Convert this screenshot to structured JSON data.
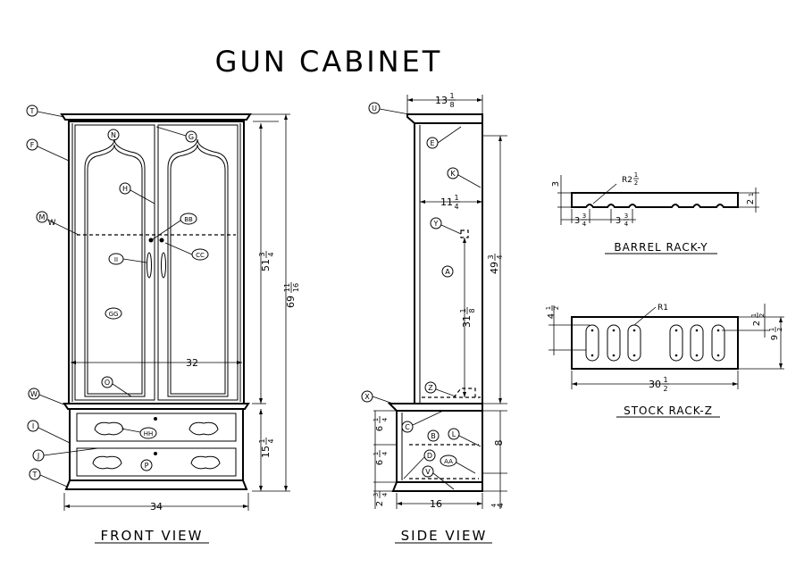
{
  "title": "GUN CABINET",
  "views": {
    "front": "FRONT VIEW",
    "side": "SIDE VIEW",
    "barrel_rack": "BARREL RACK-Y",
    "stock_rack": "STOCK RACK-Z"
  },
  "front_dims": {
    "width_overall": "34",
    "glass_width": "32",
    "upper_height_a": "51",
    "upper_height_b": "3",
    "upper_height_c": "4",
    "total_height_a": "69",
    "total_height_b": "11",
    "total_height_c": "16",
    "base_height_a": "15",
    "base_height_b": "1",
    "base_height_c": "4"
  },
  "side_dims": {
    "top_depth_a": "13",
    "top_depth_b": "1",
    "top_depth_c": "8",
    "inner_depth_a": "11",
    "inner_depth_b": "1",
    "inner_depth_c": "4",
    "upper_h_a": "49",
    "upper_h_b": "3",
    "upper_h_c": "4",
    "rack_h_a": "31",
    "rack_h_b": "1",
    "rack_h_c": "8",
    "drawer1_a": "6",
    "drawer1_b": "1",
    "drawer1_c": "4",
    "drawer2_a": "6",
    "drawer2_b": "1",
    "drawer2_c": "4",
    "plinth_a": "2",
    "plinth_b": "3",
    "plinth_c": "4",
    "right_h": "8",
    "right_foot_a": "4",
    "right_foot_b": "4",
    "base_depth": "16"
  },
  "barrel_dims": {
    "height": "3",
    "radius_a": "R2",
    "radius_b": "1",
    "radius_c": "2",
    "end_h": "2",
    "end_h_b": "1",
    "sp1_a": "3",
    "sp1_b": "3",
    "sp1_c": "4",
    "sp2_a": "3",
    "sp2_b": "3",
    "sp2_c": "4"
  },
  "stock_dims": {
    "radius": "R1",
    "left_a": "4",
    "left_b": "1",
    "left_c": "2",
    "right_a": "2",
    "right_b": "1",
    "right_c": "2",
    "height_a": "9",
    "height_b": "1",
    "height_c": "2",
    "width_a": "30",
    "width_b": "1",
    "width_c": "2"
  },
  "callouts": {
    "T": "T",
    "F": "F",
    "N": "N",
    "G": "G",
    "H": "H",
    "M": "M",
    "W": "W",
    "BB": "BB",
    "CC": "CC",
    "II": "II",
    "GG": "GG",
    "O": "O",
    "I": "I",
    "J": "J",
    "HH": "HH",
    "P": "P",
    "U": "U",
    "E": "E",
    "K": "K",
    "Y": "Y",
    "A": "A",
    "X": "X",
    "Z": "Z",
    "C": "C",
    "B": "B",
    "L": "L",
    "D": "D",
    "AA": "AA",
    "V": "V"
  }
}
